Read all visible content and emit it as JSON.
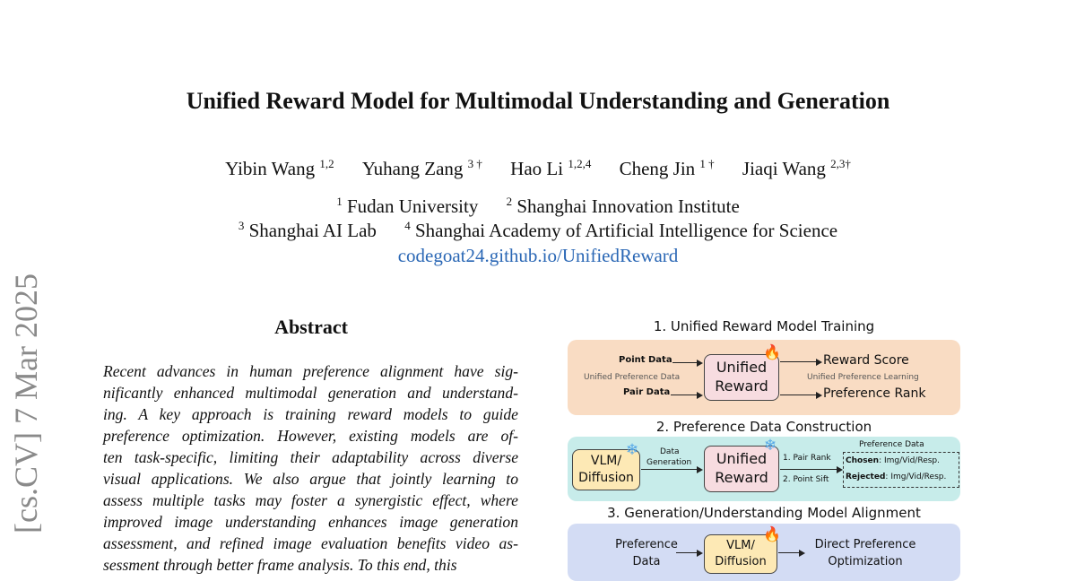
{
  "paper": {
    "title": "Unified Reward Model for Multimodal Understanding and Generation",
    "authors": [
      {
        "name": "Yibin Wang",
        "sup": "1,2"
      },
      {
        "name": "Yuhang Zang",
        "sup": "3 †"
      },
      {
        "name": "Hao Li",
        "sup": "1,2,4"
      },
      {
        "name": "Cheng Jin",
        "sup": "1 †"
      },
      {
        "name": "Jiaqi Wang",
        "sup": "2,3†"
      }
    ],
    "affiliations_line1": [
      {
        "sup": "1",
        "name": "Fudan University"
      },
      {
        "sup": "2",
        "name": "Shanghai Innovation Institute"
      }
    ],
    "affiliations_line2": [
      {
        "sup": "3",
        "name": "Shanghai AI Lab"
      },
      {
        "sup": "4",
        "name": "Shanghai Academy of Artificial Intelligence for Science"
      }
    ],
    "link": "codegoat24.github.io/UnifiedReward",
    "arxiv_stamp": "[cs.CV]  7 Mar 2025"
  },
  "abstract": {
    "heading": "Abstract",
    "lines": [
      "Recent advances in human preference alignment have sig-",
      "nificantly enhanced multimodal generation and understand-",
      "ing.  A key approach is training reward models to guide",
      "preference optimization. However, existing models are of-",
      "ten task-specific, limiting their adaptability across diverse",
      "visual applications.  We also argue that jointly learning to",
      "assess multiple tasks may foster a synergistic effect, where",
      "improved image understanding enhances image generation",
      "assessment, and refined image evaluation benefits video as-",
      "sessment through better frame analysis.  To this end, this"
    ]
  },
  "figure": {
    "sec1_title": "1. Unified Reward Model Training",
    "sec2_title": "2. Preference Data Construction",
    "sec3_title": "3. Generation/Understanding Model Alignment",
    "point_data": "Point Data",
    "unified_pref_data": "Unified Preference Data",
    "pair_data": "Pair Data",
    "unified_reward_l1": "Unified",
    "unified_reward_l2": "Reward",
    "reward_score": "Reward Score",
    "unified_pref_learning": "Unified Preference Learning",
    "preference_rank": "Preference Rank",
    "vlm_l1": "VLM/",
    "vlm_l2": "Diffusion",
    "data_gen_l1": "Data",
    "data_gen_l2": "Generation",
    "pair_rank": "1. Pair Rank",
    "point_sift": "2. Point Sift",
    "pref_data_title": "Preference Data",
    "chosen_label": "Chosen",
    "chosen_value": ": Img/Vid/Resp.",
    "rejected_label": "Rejected",
    "rejected_value": ": Img/Vid/Resp.",
    "pref_data_l1": "Preference",
    "pref_data_l2": "Data",
    "dpo_l1": "Direct Preference",
    "dpo_l2": "Optimization",
    "icons": [
      "fire-icon",
      "snowflake-icon"
    ],
    "colors": {
      "panel1": "#f9dcc3",
      "panel2": "#c7ecea",
      "panel3": "#d3dcf4",
      "reward_box": "#f7dce0",
      "vlm_box": "#fde9b5"
    }
  }
}
